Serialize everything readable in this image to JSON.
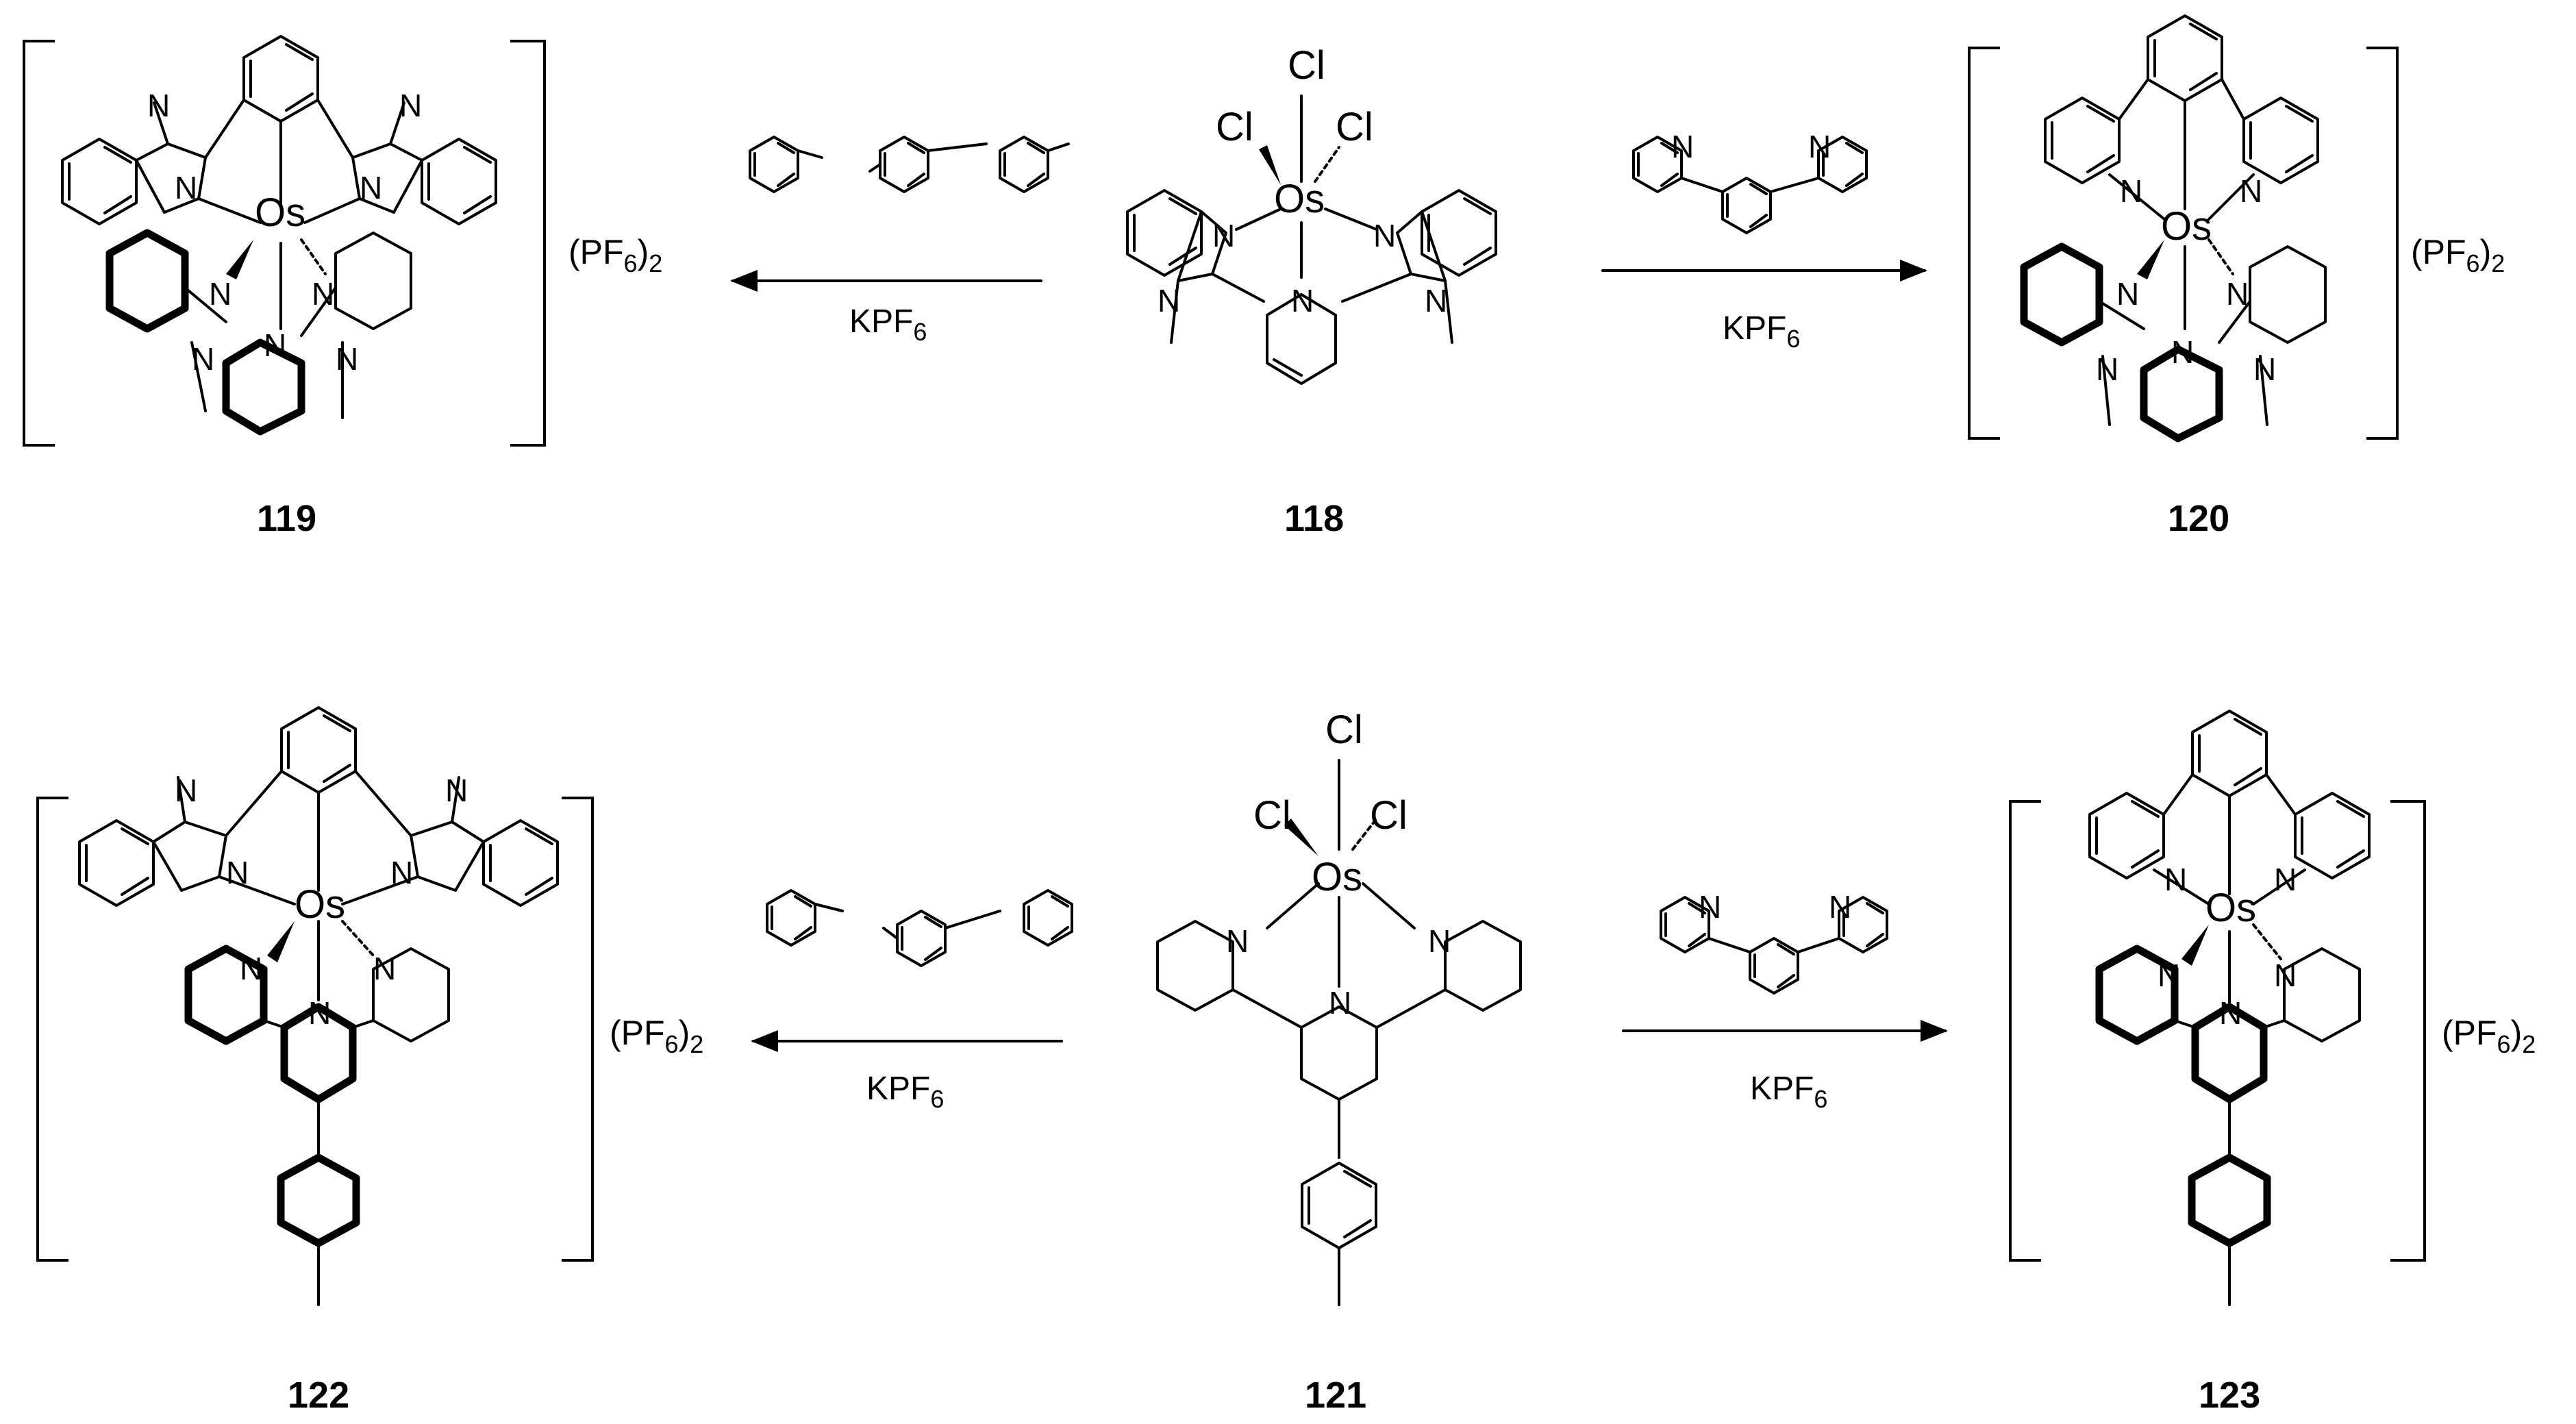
{
  "compound_labels": {
    "c119": "119",
    "c118": "118",
    "c120": "120",
    "c122": "122",
    "c121": "121",
    "c123": "123"
  },
  "reagents": {
    "kpf6": "KPF",
    "kpf6_sub": "6"
  },
  "counterion": {
    "main": "(PF",
    "sub": "6",
    "close": ")",
    "power": "2"
  },
  "atoms": {
    "metal": "Os",
    "nitrogen": "N",
    "chlorine": "Cl"
  }
}
